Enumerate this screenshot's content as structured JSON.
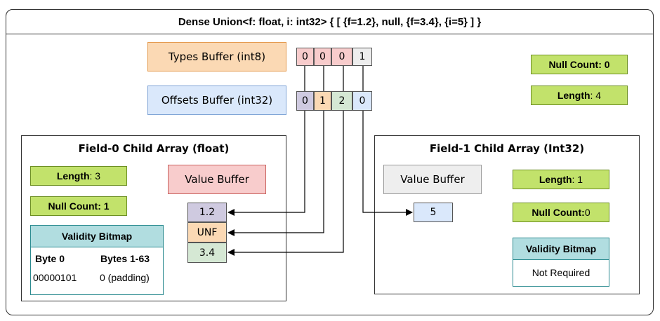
{
  "title": "Dense Union<f: float, i: int32> { [ {f=1.2}, null, {f=3.4}, {i=5} ] }",
  "types_buffer": {
    "label": "Types Buffer (int8)",
    "values": [
      "0",
      "0",
      "0",
      "1"
    ],
    "colors": [
      "#f8cccc",
      "#f8cccc",
      "#f8cccc",
      "#eeeeee"
    ]
  },
  "offsets_buffer": {
    "label": "Offsets Buffer (int32)",
    "values": [
      "0",
      "1",
      "2",
      "0"
    ],
    "colors": [
      "#cfcae0",
      "#fbd9b4",
      "#d5e8d4",
      "#dae8fb"
    ]
  },
  "union_null_count": {
    "key": "Null Count:",
    "value": "0"
  },
  "union_length": {
    "key": "Length",
    "value": ": 4"
  },
  "field0": {
    "title": "Field-0 Child Array (float)",
    "length": {
      "key": "Length",
      "value": ": 3"
    },
    "null_count": {
      "key": "Null Count:",
      "value": "1"
    },
    "value_buffer_label": "Value Buffer",
    "values": [
      "1.2",
      "UNF",
      "3.4"
    ],
    "value_colors": [
      "#cfcae0",
      "#fbd9b4",
      "#d5e8d4"
    ],
    "validity": {
      "header": "Validity Bitmap",
      "col1_head": "Byte 0",
      "col2_head": "Bytes 1-63",
      "col1_value": "00000101",
      "col2_value": "0 (padding)"
    }
  },
  "field1": {
    "title": "Field-1 Child Array (Int32)",
    "value_buffer_label": "Value Buffer",
    "length": {
      "key": "Length",
      "value": ": 1"
    },
    "null_count": {
      "key": "Null Count:",
      "value": " 0"
    },
    "values": [
      "5"
    ],
    "validity": {
      "header": "Validity Bitmap",
      "body": "Not Required"
    }
  }
}
